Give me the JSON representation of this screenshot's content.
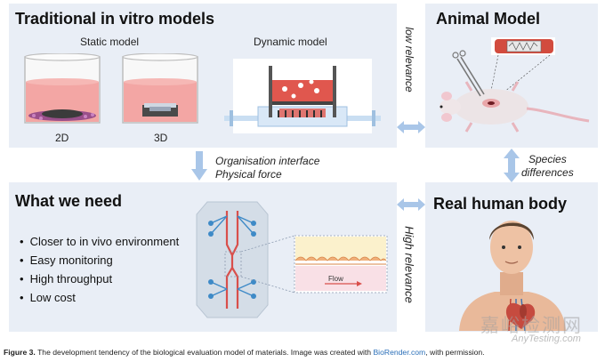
{
  "panels": {
    "traditional": {
      "title": "Traditional in vitro models",
      "static_label": "Static model",
      "dynamic_label": "Dynamic model",
      "label_2d": "2D",
      "label_3d": "3D"
    },
    "animal": {
      "title": "Animal Model"
    },
    "need": {
      "title": "What we need",
      "bullets": [
        "Closer to in vivo environment",
        "Easy monitoring",
        "High throughput",
        "Low cost"
      ],
      "flow_label": "Flow"
    },
    "human": {
      "title": "Real human body"
    }
  },
  "arrows": {
    "low_relevance": "low relevance",
    "organisation": "Organisation interface",
    "physical_force": "Physical force",
    "species_1": "Species",
    "species_2": "differences",
    "high_relevance": "High relevance"
  },
  "caption": {
    "prefix": "Figure 3.",
    "text": "The development tendency of the biological evaluation model of materials. Image was created with",
    "link": "BioRender.com",
    "suffix": ", with permission."
  },
  "watermark": {
    "line1": "嘉峪检测网",
    "line2": "AnyTesting.com"
  },
  "colors": {
    "panel_bg": "#e9eef6",
    "arrow": "#a9c6e8",
    "link": "#2a6fb8"
  }
}
